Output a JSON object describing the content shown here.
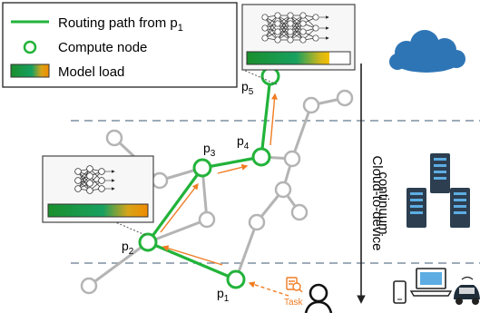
{
  "legend": {
    "routing": "Routing path from p",
    "routing_sub": "1",
    "compute": "Compute node",
    "load": "Model load"
  },
  "nodes": {
    "p1": {
      "letter": "p",
      "sub": "1"
    },
    "p2": {
      "letter": "p",
      "sub": "2"
    },
    "p3": {
      "letter": "p",
      "sub": "3"
    },
    "p4": {
      "letter": "p",
      "sub": "4"
    },
    "p5": {
      "letter": "p",
      "sub": "5"
    }
  },
  "continuum": {
    "line1": "Cloud-to-device",
    "line2": "continuum"
  },
  "task": {
    "label": "Task"
  },
  "colors": {
    "routing_path": "#22b33a",
    "task_flow": "#f07c22",
    "graph_edge": "#b4b4b4",
    "tier_divider": "#7f8fa0",
    "cloud": "#2e75b6",
    "server": "#2c3e50",
    "load_bar_start": "#1a8f2d",
    "load_bar_end": "#f5a100"
  },
  "load_bars": {
    "p2_fill": 1.0,
    "p5_fill": 0.8
  }
}
